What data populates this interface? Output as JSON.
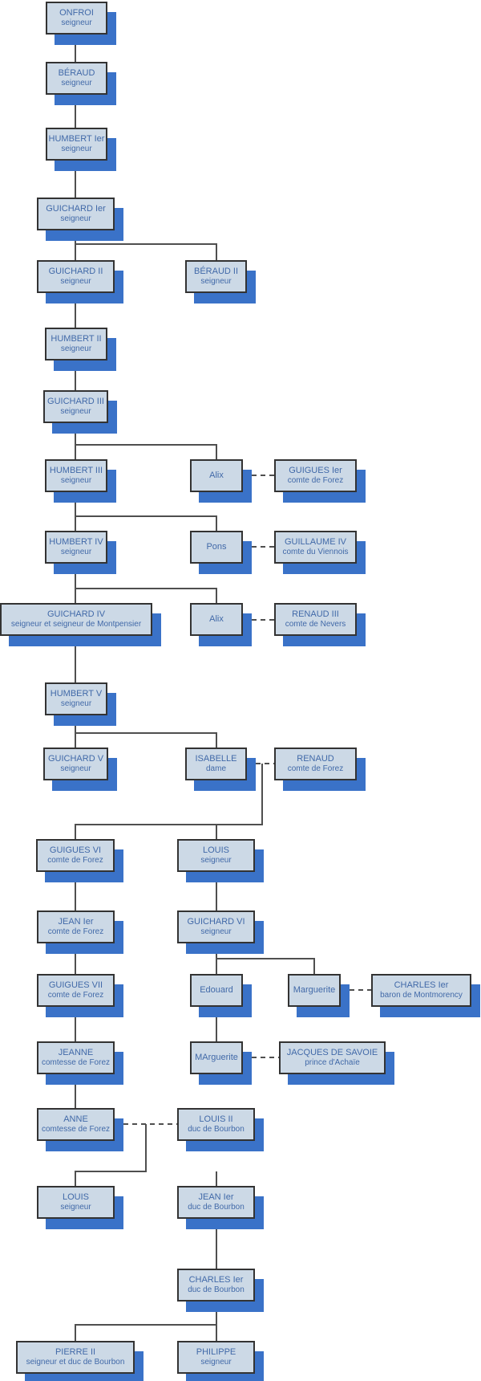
{
  "diagram": {
    "type": "family-tree",
    "colors": {
      "box_fill": "#ccd9e6",
      "box_border": "#333333",
      "box_shadow": "#3a72c8",
      "text": "#4169a8",
      "connector": "#4f4f4f",
      "background": "#ffffff"
    }
  },
  "nodes": [
    {
      "name": "ONFROI",
      "title": "seigneur"
    },
    {
      "name": "BÉRAUD",
      "title": "seigneur"
    },
    {
      "name": "HUMBERT Ier",
      "title": "seigneur"
    },
    {
      "name": "GUICHARD Ier",
      "title": "seigneur"
    },
    {
      "name": "GUICHARD II",
      "title": "seigneur"
    },
    {
      "name": "BÉRAUD II",
      "title": "seigneur"
    },
    {
      "name": "HUMBERT II",
      "title": "seigneur"
    },
    {
      "name": "GUICHARD III",
      "title": "seigneur"
    },
    {
      "name": "HUMBERT III",
      "title": "seigneur"
    },
    {
      "name": "Alix",
      "title": ""
    },
    {
      "name": "GUIGUES Ier",
      "title": "comte de Forez"
    },
    {
      "name": "HUMBERT IV",
      "title": "seigneur"
    },
    {
      "name": "Pons",
      "title": ""
    },
    {
      "name": "GUILLAUME IV",
      "title": "comte du Viennois"
    },
    {
      "name": "GUICHARD IV",
      "title": "seigneur et seigneur de Montpensier"
    },
    {
      "name": "Alix",
      "title": ""
    },
    {
      "name": "RENAUD III",
      "title": "comte de Nevers"
    },
    {
      "name": "HUMBERT V",
      "title": "seigneur"
    },
    {
      "name": "GUICHARD V",
      "title": "seigneur"
    },
    {
      "name": "ISABELLE",
      "title": "dame"
    },
    {
      "name": "RENAUD",
      "title": "comte de Forez"
    },
    {
      "name": "GUIGUES VI",
      "title": "comte de Forez"
    },
    {
      "name": "LOUIS",
      "title": "seigneur"
    },
    {
      "name": "JEAN Ier",
      "title": "comte de Forez"
    },
    {
      "name": "GUICHARD VI",
      "title": "seigneur"
    },
    {
      "name": "GUIGUES VII",
      "title": "comte de Forez"
    },
    {
      "name": "Edouard",
      "title": ""
    },
    {
      "name": "Marguerite",
      "title": ""
    },
    {
      "name": "CHARLES Ier",
      "title": "baron de Montmorency"
    },
    {
      "name": "JEANNE",
      "title": "comtesse de Forez"
    },
    {
      "name": "MArguerite",
      "title": ""
    },
    {
      "name": "JACQUES DE SAVOIE",
      "title": "prince d'Achaïe"
    },
    {
      "name": "ANNE",
      "title": "comtesse de Forez"
    },
    {
      "name": "LOUIS II",
      "title": "duc de Bourbon"
    },
    {
      "name": "LOUIS",
      "title": "seigneur"
    },
    {
      "name": "JEAN Ier",
      "title": "duc de Bourbon"
    },
    {
      "name": "CHARLES Ier",
      "title": "duc de Bourbon"
    },
    {
      "name": "PIERRE II",
      "title": "seigneur et duc de Bourbon"
    },
    {
      "name": "PHILIPPE",
      "title": "seigneur"
    }
  ]
}
